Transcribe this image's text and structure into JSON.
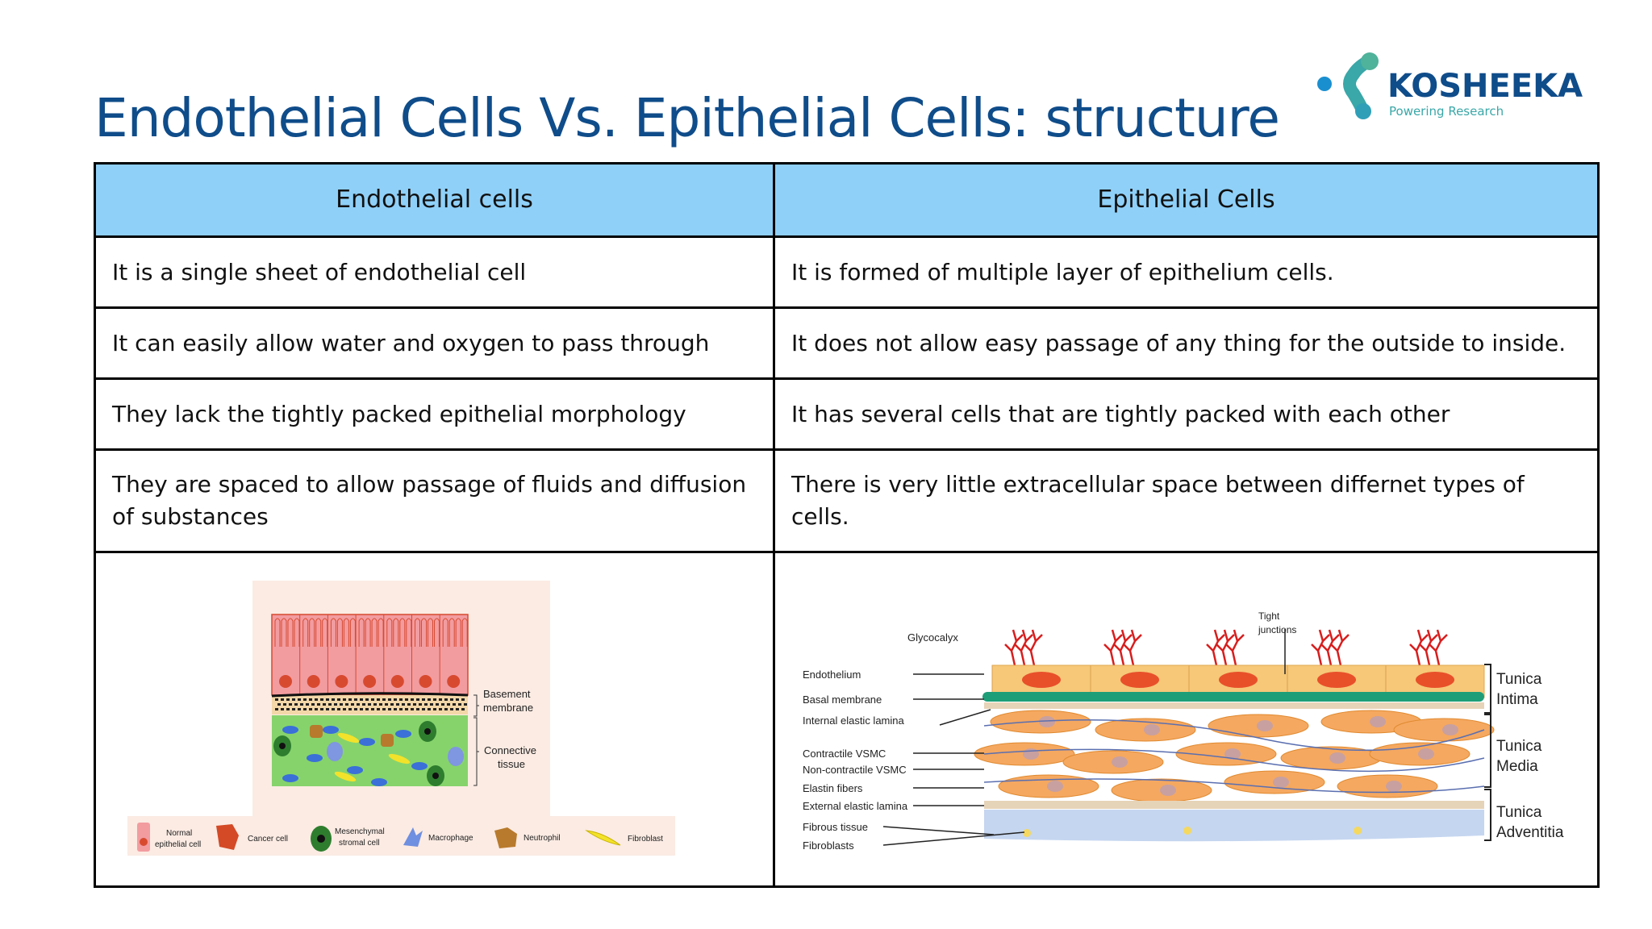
{
  "title": "Endothelial Cells Vs. Epithelial Cells: structure",
  "logo": {
    "name": "KOSHEEKA",
    "tagline": "Powering Research"
  },
  "colors": {
    "title": "#0f4c8a",
    "header_bg": "#8fd0f8",
    "logo_blue": "#0f4c8a",
    "logo_teal": "#3aa7a8"
  },
  "table": {
    "headers": [
      "Endothelial cells",
      "Epithelial Cells"
    ],
    "rows": [
      [
        "It is a single sheet of endothelial cell",
        "It is formed of multiple layer of epithelium cells."
      ],
      [
        "It can easily allow water and oxygen to pass through",
        "It does not allow easy passage of any thing for the outside to inside."
      ],
      [
        "They lack the tightly packed epithelial morphology",
        "It has several cells that are tightly packed with each other"
      ],
      [
        "They are spaced to allow passage of fluids and diffusion of substances",
        "There is very little extracellular space between differnet types of cells."
      ]
    ]
  },
  "left_diagram": {
    "labels": {
      "basement": [
        "Basement",
        "membrane"
      ],
      "connective": [
        "Connective",
        "tissue"
      ]
    },
    "legend": [
      [
        "Normal",
        "epithelial cell"
      ],
      [
        "Cancer cell"
      ],
      [
        "Mesenchymal",
        "stromal cell"
      ],
      [
        "Macrophage"
      ],
      [
        "Neutrophil"
      ],
      [
        "Fibroblast"
      ]
    ]
  },
  "right_diagram": {
    "left_labels": [
      "Glycocalyx",
      "Endothelium",
      "Basal membrane",
      "Internal elastic lamina",
      "Contractile VSMC",
      "Non-contractile VSMC",
      "Elastin fibers",
      "External elastic lamina",
      "Fibrous tissue",
      "Fibroblasts"
    ],
    "tight": [
      "Tight",
      "junctions"
    ],
    "tunica": [
      [
        "Tunica",
        "Intima"
      ],
      [
        "Tunica",
        "Media"
      ],
      [
        "Tunica",
        "Adventitia"
      ]
    ]
  }
}
